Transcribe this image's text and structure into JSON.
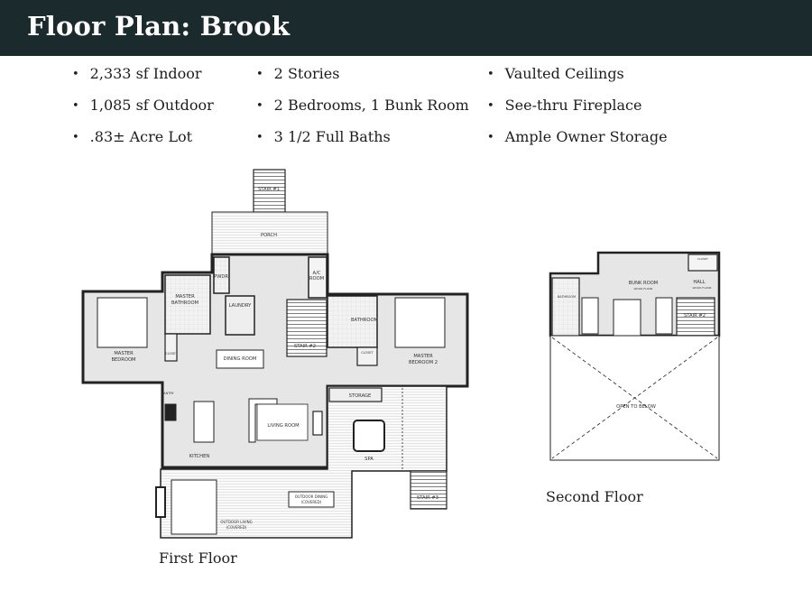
{
  "header": {
    "title": "Floor Plan: Brook",
    "background": "#1b2a2d"
  },
  "features": {
    "col1": [
      "2,333 sf Indoor",
      "1,085 sf Outdoor",
      ".83± Acre Lot"
    ],
    "col2": [
      "2 Stories",
      "2 Bedrooms, 1 Bunk Room",
      "3 1/2 Full Baths"
    ],
    "col3": [
      "Vaulted Ceilings",
      "See-thru Fireplace",
      "Ample Owner Storage"
    ]
  },
  "first_floor": {
    "caption": "First Floor",
    "rooms": {
      "stair1": "STAIR #1",
      "porch": "PORCH",
      "pwdr": "PWDR",
      "ac_room_1": "A/C",
      "ac_room_2": "ROOM",
      "master_bath_1": "MASTER",
      "master_bath_2": "BATHROOM",
      "laundry": "LAUNDRY",
      "stair2": "STAIR #2",
      "bathroom": "BATHROOM",
      "master_bed_1": "MASTER",
      "master_bed_2": "BEDROOM",
      "closet": "CLOSET",
      "closet2": "CLOSET",
      "dining": "DINING ROOM",
      "master_bed2_1": "MASTER",
      "master_bed2_2": "BEDROOM 2",
      "pantry": "PANTRY",
      "storage": "STORAGE",
      "living": "LIVING ROOM",
      "kitchen": "KITCHEN",
      "spa": "SPA",
      "outdoor_dining_1": "OUTDOOR DINING",
      "outdoor_dining_2": "(COVERED)",
      "outdoor_living_1": "OUTDOOR LIVING",
      "outdoor_living_2": "(COVERED)",
      "stair3": "STAIR #3"
    }
  },
  "second_floor": {
    "caption": "Second Floor",
    "rooms": {
      "bunk_1": "BUNK ROOM",
      "bunk_2": "WOOD FLOOR",
      "hall_1": "HALL",
      "hall_2": "WOOD FLOOR",
      "closet": "CLOSET",
      "bathroom": "BATHROOM",
      "stair2": "STAIR #2",
      "open": "OPEN TO BELOW"
    }
  }
}
